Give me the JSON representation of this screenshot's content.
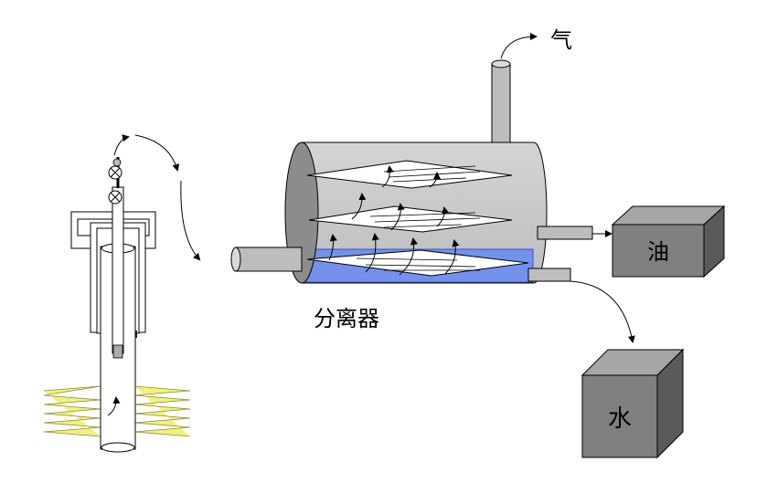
{
  "labels": {
    "gas": "气",
    "oil": "油",
    "water": "水",
    "separator": "分离器"
  },
  "colors": {
    "tank_body": "#c0c0c0",
    "tank_end": "#8c8c8c",
    "water_layer": "#6f8ff0",
    "box_front": "#808080",
    "box_top": "#a6a6a6",
    "box_side": "#5a5a5a",
    "heater": "#f2f07a"
  }
}
